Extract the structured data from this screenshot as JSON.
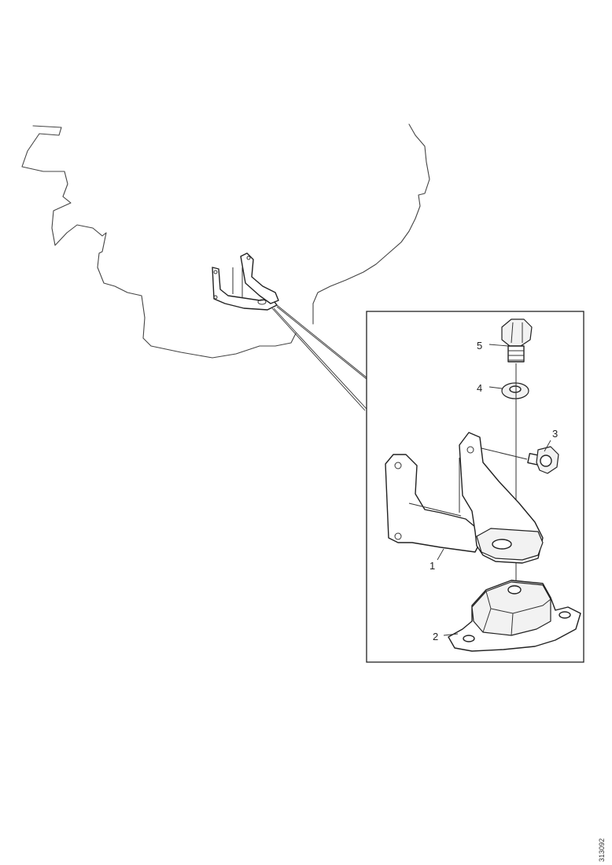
{
  "callouts": {
    "bracket": "1",
    "rubber_mount": "2",
    "flange_screw": "3",
    "bolt": "5",
    "washer": "4"
  },
  "reference_number": "313092"
}
